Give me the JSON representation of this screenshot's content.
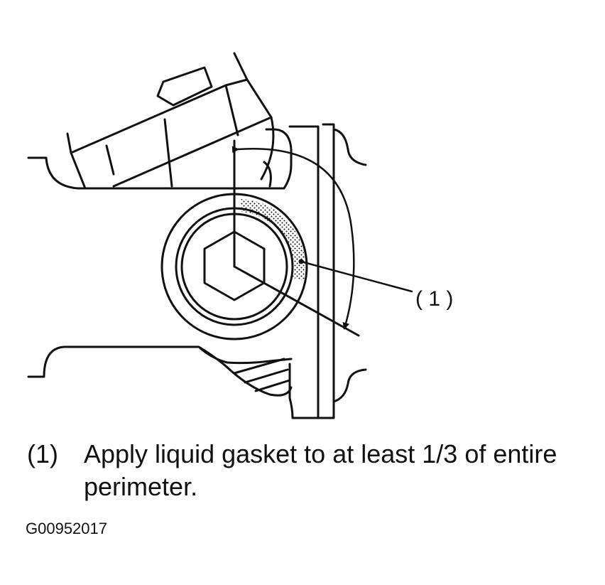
{
  "diagram": {
    "callout_label": "( 1 )"
  },
  "caption": {
    "number": "(1)",
    "text": "Apply liquid gasket to at least 1/3 of entire perimeter."
  },
  "figure_id": "G00952017",
  "colors": {
    "ink": "#111111",
    "paper": "#ffffff"
  }
}
